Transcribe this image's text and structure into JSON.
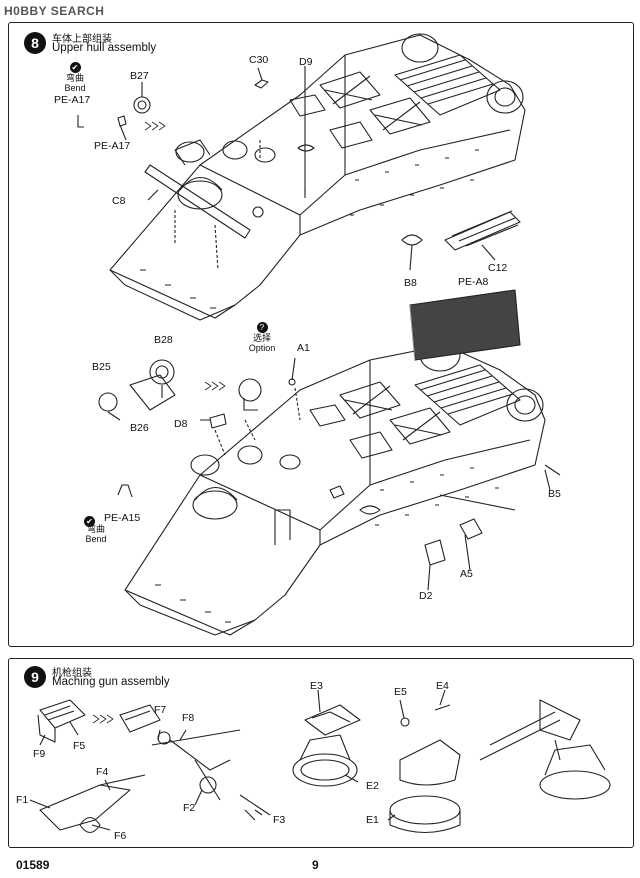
{
  "watermark": "H0BBY SEARCH",
  "steps": [
    {
      "number": "8",
      "title_cn": "车体上部组装",
      "title_en": "Upper hull assembly",
      "bend_note": {
        "cn": "弯曲",
        "en": "Bend"
      },
      "option_note": {
        "cn": "选择",
        "en": "Option"
      },
      "bend_note2": {
        "cn": "弯曲",
        "en": "Bend"
      },
      "labels": {
        "pe_a17_top": "PE-A17",
        "pe_a17": "PE-A17",
        "b27": "B27",
        "c30": "C30",
        "d9": "D9",
        "c8": "C8",
        "b8": "B8",
        "c12": "C12",
        "pe_a8": "PE-A8",
        "b28": "B28",
        "b25": "B25",
        "b26": "B26",
        "d8": "D8",
        "a1": "A1",
        "pe_a15": "PE-A15",
        "b5": "B5",
        "a5": "A5",
        "d2": "D2"
      }
    },
    {
      "number": "9",
      "title_cn": "机枪组装",
      "title_en": "Maching gun assembly",
      "labels": {
        "f9": "F9",
        "f5": "F5",
        "f7": "F7",
        "f8": "F8",
        "f4": "F4",
        "f1": "F1",
        "f6": "F6",
        "f2": "F2",
        "f3": "F3",
        "e3": "E3",
        "e2": "E2",
        "e5": "E5",
        "e4": "E4",
        "e1": "E1"
      }
    }
  ],
  "footer": {
    "code": "01589",
    "page": "9"
  }
}
